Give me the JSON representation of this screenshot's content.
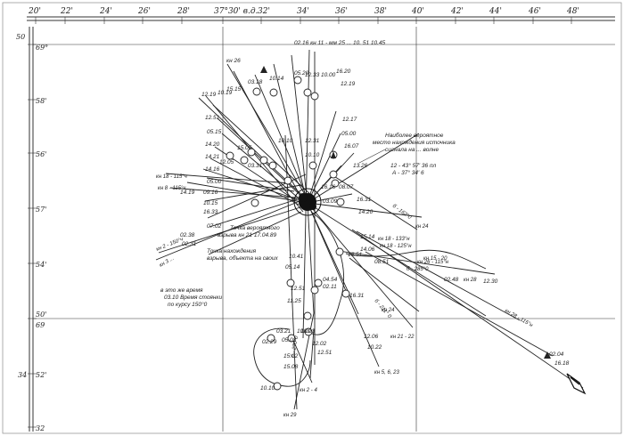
{
  "lon_scale": [
    "20'",
    "22'",
    "24'",
    "26'",
    "28'",
    "37°30' в.д.",
    "32'",
    "34'",
    "36'",
    "38'",
    "40'",
    "42'",
    "44'",
    "46'",
    "48'"
  ],
  "lat_scale": [
    {
      "text": "50",
      "key": "l50"
    },
    {
      "text": "69°",
      "key": "l69a"
    },
    {
      "text": "58'",
      "key": "l58"
    },
    {
      "text": "56'",
      "key": "l56a"
    },
    {
      "text": "57'",
      "key": "l57"
    },
    {
      "text": "54'",
      "key": "l54"
    },
    {
      "text": "50'",
      "key": "l50b"
    },
    {
      "text": "69",
      "key": "l69b"
    },
    {
      "text": "52'",
      "key": "l52"
    },
    {
      "text": "34",
      "key": "l34"
    },
    {
      "text": "32",
      "key": "l32"
    }
  ],
  "labels": {
    "t0": "02.16 кн 11 - мм 25 ... 10. 51 10.45",
    "t1": "кн 26",
    "t2": "03.18",
    "t3": "10.14",
    "t4": "05.20",
    "t5": "12.33",
    "t6": "10.00",
    "t7": "16.20",
    "t8": "12.19",
    "t9": "15.15",
    "t10": "12.19",
    "t11": "10.19",
    "t12": "12.17",
    "t13": "12.51",
    "t14": "05.15",
    "t15": "14.20",
    "t16": "15.05",
    "t17": "12.31",
    "t18": "05.00",
    "t19": "16.07",
    "t20": "14.21",
    "t21": "12.05",
    "t22": "14.16",
    "t23": "03.31",
    "t24": "10.10",
    "t25": "13.26",
    "t26": "05.00",
    "t27": "09.16",
    "t28": "14.19",
    "t29": "10.15",
    "t30": "16.33",
    "t31": "07.02",
    "t32": "16.16",
    "t33": "08.07",
    "t34": "03.09",
    "t35": "16.31",
    "t36": "14.20",
    "t37": "15.14",
    "t38": "14.06",
    "t39": "16.51",
    "t40": "08.51",
    "t41": "02.48",
    "t42": "12.30",
    "t43": "10.41",
    "t44": "05.14",
    "t45": "04.54",
    "t46": "02.11",
    "t47": "16.31",
    "t48": "12.51",
    "t49": "11.25",
    "t50": "03.21",
    "t51": "10.02",
    "t52": "02.29",
    "t53": "05.03",
    "t54": "10.03",
    "t55": "12.02",
    "t56": "12.51",
    "t57": "15.02",
    "t58": "15.08",
    "t59": "10.10",
    "t60": "12.06",
    "t61": "10.22",
    "t62": "02.38",
    "t63": "02.31",
    "t64": "10.10",
    "t65": "02.04",
    "t66": "16.18",
    "t67": "кн 18 - 115°ч",
    "t68": "кн 8 - 115°ч",
    "t69": "кн 2 - 150°ч",
    "t70": "кн 3 ...",
    "t71": "кн 18 - 133°н",
    "t72": "кн 18 - 125°н",
    "t73": "кн 26 - 115°н",
    "t74": "кн 28 - 115°н",
    "t75": "кн 15 - 20",
    "t76": "кн 21 - 22",
    "t77": "кн 5, 6, 23",
    "t78": "кн 2 - 4",
    "t79": "кн 24",
    "t80": "кн 24",
    "t81": "кн 29",
    "t82": "кн 28",
    "t83": "Наиболее вероятное",
    "t84": "место нахождения источника",
    "t85": "сигнала на ... волне",
    "t86": "12 - 43° 57' 36 пл",
    "t87": "А - 37° 34' 6",
    "t88": "Точка вероятного",
    "t89": "взрыва кн 21 17.04.89",
    "t90": "Точка нахождения",
    "t91": "взрыва, объекта на своих",
    "t92": "в это же время",
    "t93": "03.10 Время стоянки",
    "t94": "по курсу 150°0",
    "t95": "б - 162°0",
    "t96": "б - 211° 0",
    "t97": "б - 285°0",
    "t98": "б - 270°0"
  }
}
